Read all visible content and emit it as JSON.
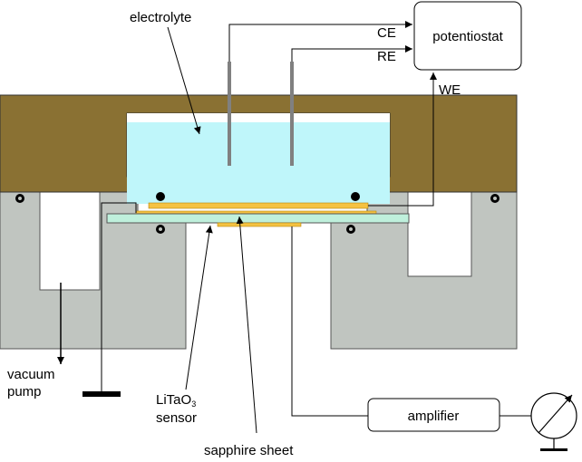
{
  "colors": {
    "frame": "#8a7133",
    "electrolyte": "#bff6fa",
    "clamp": "#c0c5c0",
    "sapphire": "#bff0dc",
    "electrode": "#f5c242",
    "wire": "#000000",
    "rod": "#808080"
  },
  "labels": {
    "electrolyte": "electrolyte",
    "potentiostat": "potentiostat",
    "ce": "CE",
    "re": "RE",
    "we": "WE",
    "vacuum_pump_line1": "vacuum",
    "vacuum_pump_line2": "pump",
    "sensor_line1_main": "LiTaO",
    "sensor_line1_sub": "3",
    "sensor_line2": "sensor",
    "sapphire_sheet": "sapphire sheet",
    "amplifier": "amplifier"
  },
  "icons": {
    "meter": "voltmeter-icon",
    "ground": "ground-icon"
  }
}
